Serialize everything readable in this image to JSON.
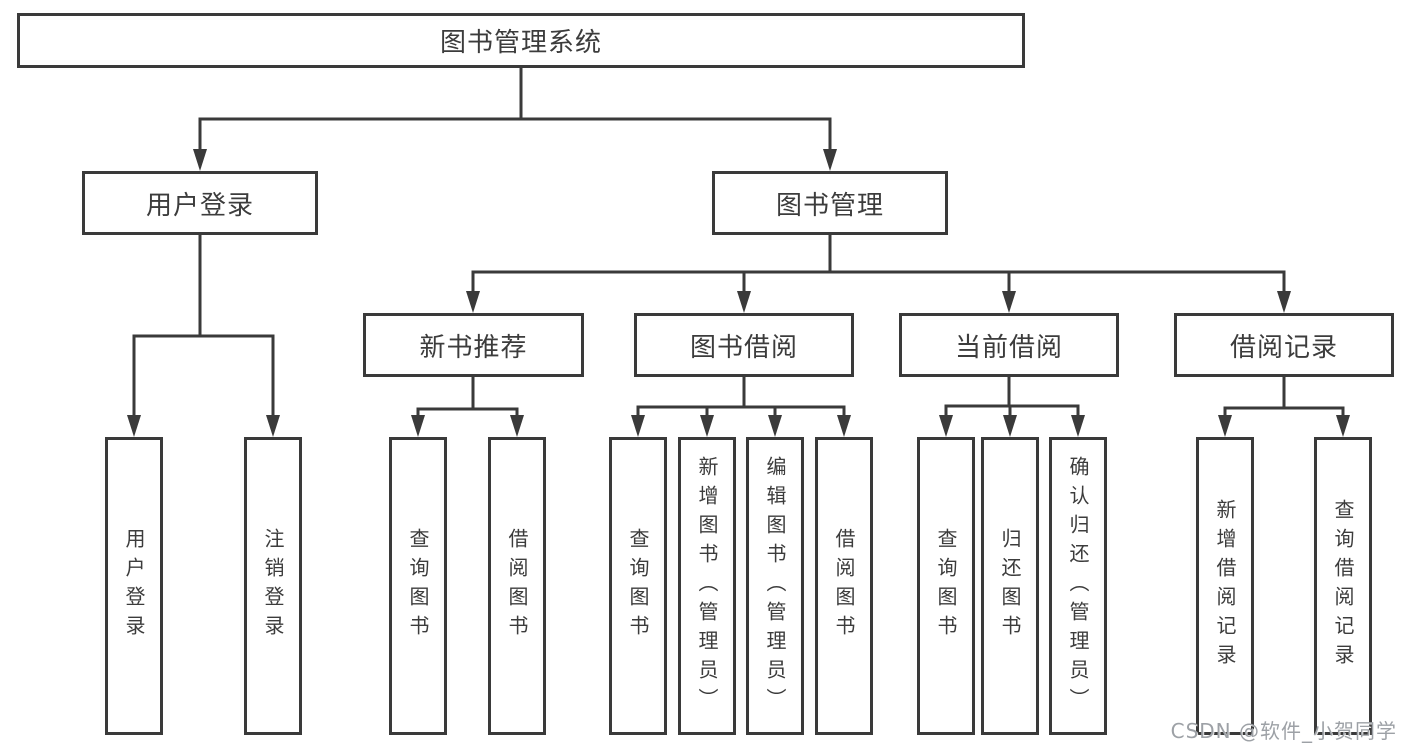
{
  "tree": {
    "root": "图书管理系统",
    "user_login": {
      "label": "用户登录",
      "children": [
        "用户登录",
        "注销登录"
      ]
    },
    "book_mgmt": {
      "label": "图书管理",
      "sections": {
        "new_books": {
          "label": "新书推荐",
          "children": [
            "查询图书",
            "借阅图书"
          ]
        },
        "book_borrow": {
          "label": "图书借阅",
          "children": [
            "查询图书",
            "新增图书（管理员）",
            "编辑图书（管理员）",
            "借阅图书"
          ]
        },
        "current_borrow": {
          "label": "当前借阅",
          "children": [
            "查询图书",
            "归还图书",
            "确认归还（管理员）"
          ]
        },
        "borrow_records": {
          "label": "借阅记录",
          "children": [
            "新增借阅记录",
            "查询借阅记录"
          ]
        }
      }
    }
  },
  "watermark": {
    "text": "CSDN @软件_小贺同学"
  },
  "colors": {
    "line": "#3a3a3a",
    "text": "#3c3c3c",
    "watermark": "#9da1a6",
    "background": "#ffffff"
  }
}
